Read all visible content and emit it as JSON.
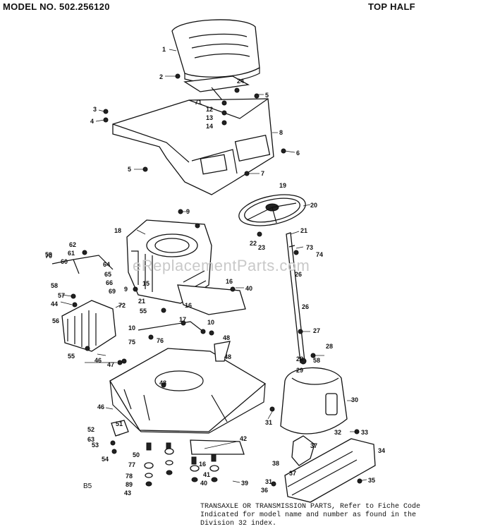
{
  "header": {
    "model": "MODEL NO. 502.256120",
    "section": "TOP HALF"
  },
  "watermark": "eReplacementParts.com",
  "corner_label": "B5",
  "footnote": {
    "line1": "TRANSAXLE OR TRANSMISSION PARTS, Refer to Fiche Code",
    "line2": "Indicated for model name and number as found in the",
    "line3": "Division 32 index."
  },
  "callouts": [
    "1",
    "2",
    "3",
    "4",
    "5",
    "5",
    "6",
    "7",
    "8",
    "9",
    "9",
    "10",
    "10",
    "12",
    "13",
    "14",
    "15",
    "16",
    "16",
    "16",
    "17",
    "18",
    "19",
    "20",
    "21",
    "21",
    "22",
    "23",
    "24",
    "26",
    "26",
    "27",
    "28",
    "28",
    "29",
    "30",
    "31",
    "31",
    "32",
    "33",
    "34",
    "35",
    "36",
    "37",
    "37",
    "38",
    "39",
    "40",
    "40",
    "41",
    "42",
    "43",
    "44",
    "46",
    "46",
    "47",
    "48",
    "48",
    "48",
    "50",
    "51",
    "52",
    "53",
    "54",
    "55",
    "55",
    "56",
    "57",
    "58",
    "58",
    "59",
    "60",
    "61",
    "62",
    "63",
    "64",
    "65",
    "66",
    "69",
    "70",
    "71",
    "72",
    "73",
    "74",
    "75",
    "76",
    "77",
    "78",
    "89"
  ]
}
